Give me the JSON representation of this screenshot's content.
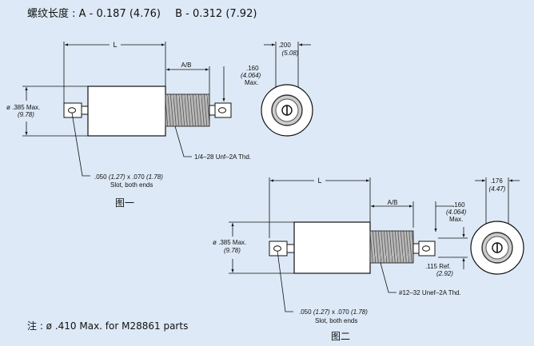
{
  "header": {
    "prefix": "螺纹长度 :",
    "a_label": "A - 0.187 (4.76)",
    "b_label": "B - 0.312 (7.92)"
  },
  "fig1": {
    "length_label": "L",
    "ab_label": "A/B",
    "thread_height": ".160",
    "thread_height_mm": "(4.064)",
    "thread_height_max": "Max.",
    "diameter": "ø .385 Max.",
    "diameter_mm": "(9.78)",
    "thread_spec": "1/4–28 Unf–2A Thd.",
    "slot_prefix": ".050",
    "slot_prefix_mm": "(1.27)",
    "slot_x": "x .070",
    "slot_x_mm": "(1.78)",
    "slot_ends": "Slot, both ends",
    "end_dim": ".200",
    "end_dim_mm": "(5.08)",
    "caption": "图一"
  },
  "fig2": {
    "length_label": "L",
    "ab_label": "A/B",
    "thread_height": ".160",
    "thread_height_mm": "(4.064)",
    "thread_height_max": "Max.",
    "diameter": "ø .385 Max.",
    "diameter_mm": "(9.78)",
    "ref_dim": ".115 Ref.",
    "ref_dim_mm": "(2.92)",
    "thread_spec": "#12–32 Unef–2A Thd.",
    "slot_prefix": ".050",
    "slot_prefix_mm": "(1.27)",
    "slot_x": "x .070",
    "slot_x_mm": "(1.78)",
    "slot_ends": "Slot, both ends",
    "end_dim": ".176",
    "end_dim_mm": "(4.47)",
    "caption": "图二"
  },
  "footnote": "注 :  ø .410 Max. for M28861 parts",
  "colors": {
    "background": "#dde9f6",
    "body_fill": "#ffffff",
    "thread_fill": "#b5b5b5",
    "line": "#111111"
  }
}
